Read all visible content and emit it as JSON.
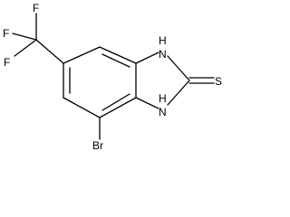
{
  "molecule": {
    "atoms": {
      "f_top": "F",
      "f_left": "F",
      "f_bottom": "F",
      "nh_top": "H",
      "n_top": "N",
      "nh_bottom": "H",
      "n_bottom": "N",
      "sulfur": "S",
      "bromine": "Br"
    },
    "colors": {
      "ink": "#000000",
      "background": "#ffffff"
    }
  }
}
